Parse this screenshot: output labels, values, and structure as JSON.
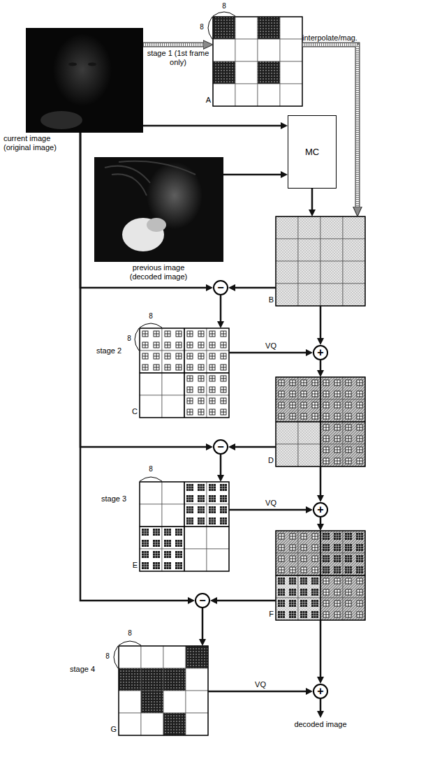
{
  "diagram": {
    "nodes": [
      {
        "text": [
          "current image (original image)"
        ]
      },
      {
        "text": [
          "A"
        ]
      },
      {
        "text": [
          "MC"
        ]
      },
      {
        "text": [
          "previous image (decoded image)"
        ]
      },
      {
        "text": [
          "B"
        ]
      },
      {
        "text": [
          "−"
        ]
      },
      {
        "text": [
          "C"
        ]
      },
      {
        "text": [
          "+"
        ]
      },
      {
        "text": [
          "D"
        ]
      },
      {
        "text": [
          "−"
        ]
      },
      {
        "text": [
          "E"
        ]
      },
      {
        "text": [
          "+"
        ]
      },
      {
        "text": [
          "F"
        ]
      },
      {
        "text": [
          "−"
        ]
      },
      {
        "text": [
          "G"
        ]
      },
      {
        "text": [
          "+"
        ]
      }
    ],
    "edges": [
      {
        "from": 0,
        "to": 1,
        "arrow": "to",
        "label": "stage 1 (1st frame only)"
      },
      {
        "from": 1,
        "to": 4,
        "arrow": "to",
        "label": "interpolate/mag."
      },
      {
        "from": 0,
        "to": 2,
        "arrow": "to"
      },
      {
        "from": 3,
        "to": 2,
        "arrow": "to"
      },
      {
        "from": 2,
        "to": 4,
        "arrow": "to"
      },
      {
        "from": 0,
        "to": 5,
        "arrow": "to"
      },
      {
        "from": 4,
        "to": 5,
        "arrow": "to"
      },
      {
        "from": 5,
        "to": 6,
        "arrow": "to"
      },
      {
        "from": 6,
        "to": 7,
        "arrow": "to",
        "label": "VQ"
      },
      {
        "from": 4,
        "to": 7,
        "arrow": "to"
      },
      {
        "from": 7,
        "to": 8,
        "arrow": "to"
      },
      {
        "from": 0,
        "to": 9,
        "arrow": "to"
      },
      {
        "from": 8,
        "to": 9,
        "arrow": "to"
      },
      {
        "from": 9,
        "to": 10,
        "arrow": "to"
      },
      {
        "from": 10,
        "to": 11,
        "arrow": "to",
        "label": "VQ"
      },
      {
        "from": 8,
        "to": 11,
        "arrow": "to"
      },
      {
        "from": 11,
        "to": 12,
        "arrow": "to"
      },
      {
        "from": 0,
        "to": 13,
        "arrow": "to"
      },
      {
        "from": 12,
        "to": 13,
        "arrow": "to"
      },
      {
        "from": 13,
        "to": 14,
        "arrow": "to"
      },
      {
        "from": 14,
        "to": 15,
        "arrow": "to",
        "label": "VQ"
      },
      {
        "from": 12,
        "to": 15,
        "arrow": "to"
      }
    ],
    "labels": [
      "8",
      "8",
      "8",
      "8",
      "stage 2",
      "8",
      "stage 3",
      "8",
      "8",
      "stage 4",
      "decoded image"
    ]
  }
}
